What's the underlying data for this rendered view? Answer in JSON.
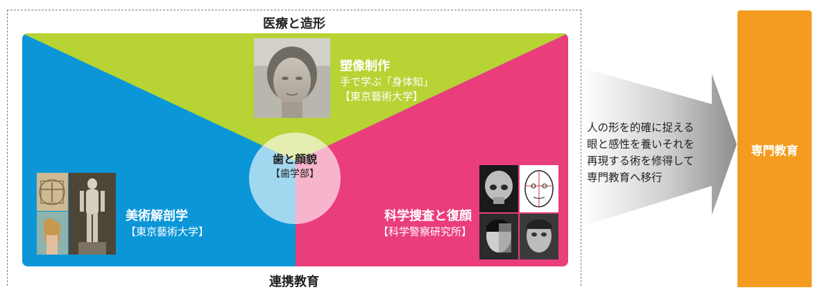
{
  "top_title": "医療と造形",
  "bottom_title": "連携教育",
  "sculpture": {
    "title": "塑像制作",
    "sub": "手で学ぶ「身体知」",
    "org": "【東京藝術大学】"
  },
  "anatomy": {
    "title": "美術解剖学",
    "org": "【東京藝術大学】"
  },
  "forensic": {
    "title": "科学捜査と復顔",
    "org": "【科学警察研究所】"
  },
  "center": {
    "title": "歯と顔貌",
    "org": "【歯学部】"
  },
  "arrow_text": [
    "人の形を的確に捉える",
    "眼と感性を養いそれを",
    "再現する術を修得して",
    "専門教育へ移行"
  ],
  "destination": "専門教育",
  "colors": {
    "blue": "#0b96d8",
    "green": "#b7d334",
    "pink": "#ea3d7c",
    "orange": "#f39c1f"
  }
}
